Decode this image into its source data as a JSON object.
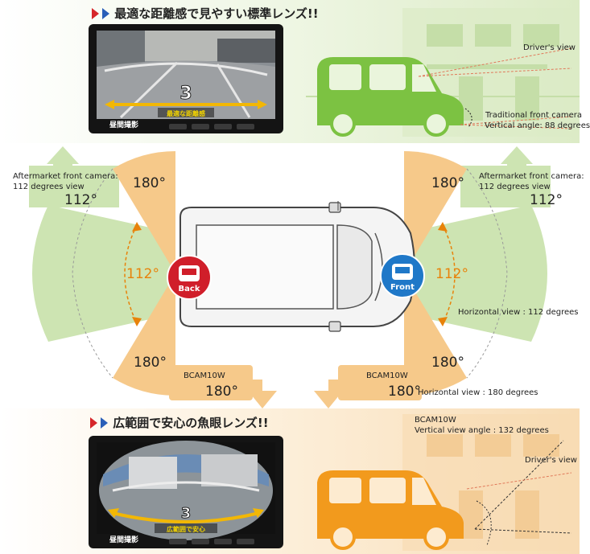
{
  "top_section": {
    "heading": "最適な距離感で見やすい標準レンズ!!",
    "screen_number": "3",
    "screen_caption": "最適な距離感",
    "monitor_label": "昼間撮影",
    "drivers_view": "Driver's view",
    "traditional_camera": "Traditional front camera",
    "vertical_angle": "Vertical angle: 88 degrees"
  },
  "middle_section": {
    "left_camera_note_line1": "Aftermarket front camera:",
    "left_camera_note_line2": "112 degrees view",
    "left_angle_box": "112°",
    "right_camera_note_line1": "Aftermarket front camera:",
    "right_camera_note_line2": "112 degrees view",
    "right_angle_box": "112°",
    "left_top_angle": "180°",
    "left_bottom_angle": "180°",
    "left_inner_angle": "112°",
    "right_top_angle": "180°",
    "right_bottom_angle": "180°",
    "right_inner_angle": "112°",
    "back_label": "Back",
    "front_label": "Front",
    "horizontal_112": "Horizontal view : 112 degrees",
    "left_model": "BCAM10W",
    "left_model_angle": "180°",
    "right_model": "BCAM10W",
    "right_model_angle": "180°",
    "horizontal_180": "Horizontal view : 180 degrees"
  },
  "bottom_section": {
    "heading": "広範囲で安心の魚眼レンズ!!",
    "screen_number": "3",
    "screen_caption": "広範囲で安心",
    "monitor_label": "昼間撮影",
    "model": "BCAM10W",
    "vertical_view_angle": "Vertical view angle : 132 degrees",
    "drivers_view": "Driver's view"
  },
  "colors": {
    "green_fill": "#7cc242",
    "green_zone": "#cde4b2",
    "orange_fill": "#f29a1d",
    "orange_zone": "#f6c98a",
    "back_badge": "#d01e2a",
    "front_badge": "#1f78c8"
  }
}
